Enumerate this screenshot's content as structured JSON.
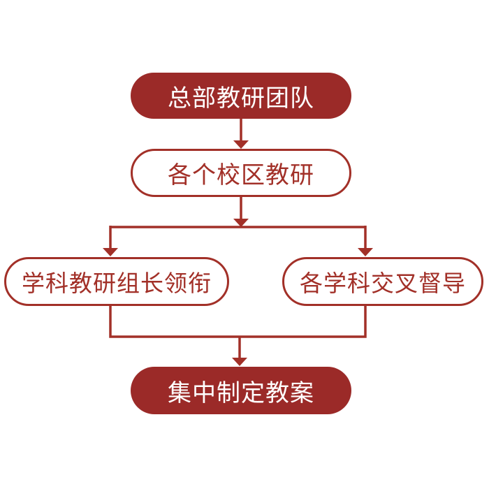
{
  "diagram": {
    "type": "flowchart",
    "direction": "top-down",
    "nodes": [
      {
        "id": "hq-research-team",
        "label": "总部教研团队",
        "style": "filled"
      },
      {
        "id": "campus-research",
        "label": "各个校区教研",
        "style": "outlined"
      },
      {
        "id": "subject-leader-led",
        "label": "学科教研组长领衔",
        "style": "outlined"
      },
      {
        "id": "cross-subject-supervision",
        "label": "各学科交叉督导",
        "style": "outlined"
      },
      {
        "id": "centralized-lesson-plans",
        "label": "集中制定教案",
        "style": "filled"
      }
    ],
    "edges": [
      {
        "from": "hq-research-team",
        "to": "campus-research"
      },
      {
        "from": "campus-research",
        "to": "subject-leader-led"
      },
      {
        "from": "campus-research",
        "to": "cross-subject-supervision"
      },
      {
        "from": "subject-leader-led",
        "to": "centralized-lesson-plans"
      },
      {
        "from": "cross-subject-supervision",
        "to": "centralized-lesson-plans"
      }
    ]
  },
  "colors": {
    "node_fill": "#9B2A28",
    "node_stroke": "#A23028",
    "edge_color": "#A23028",
    "text_on_fill": "#FFFFFF",
    "bg": "#FFFFFF"
  }
}
